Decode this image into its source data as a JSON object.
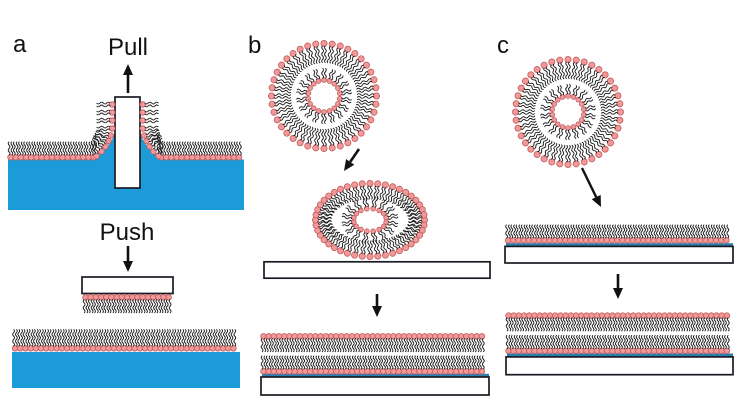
{
  "panels": {
    "a": {
      "letter": "a",
      "pull_label": "Pull",
      "push_label": "Push"
    },
    "b": {
      "letter": "b"
    },
    "c": {
      "letter": "c"
    }
  },
  "colors": {
    "water": "#1B9BD8",
    "water_film": "#2B7FB0",
    "lipid_head_fill": "#F29898",
    "lipid_head_stroke": "#C25B5B",
    "lipid_tail": "#1B1B1B",
    "substrate_fill": "#FFFFFF",
    "substrate_stroke": "#1A1A24",
    "arrow": "#111111",
    "label_text": "#111111"
  }
}
